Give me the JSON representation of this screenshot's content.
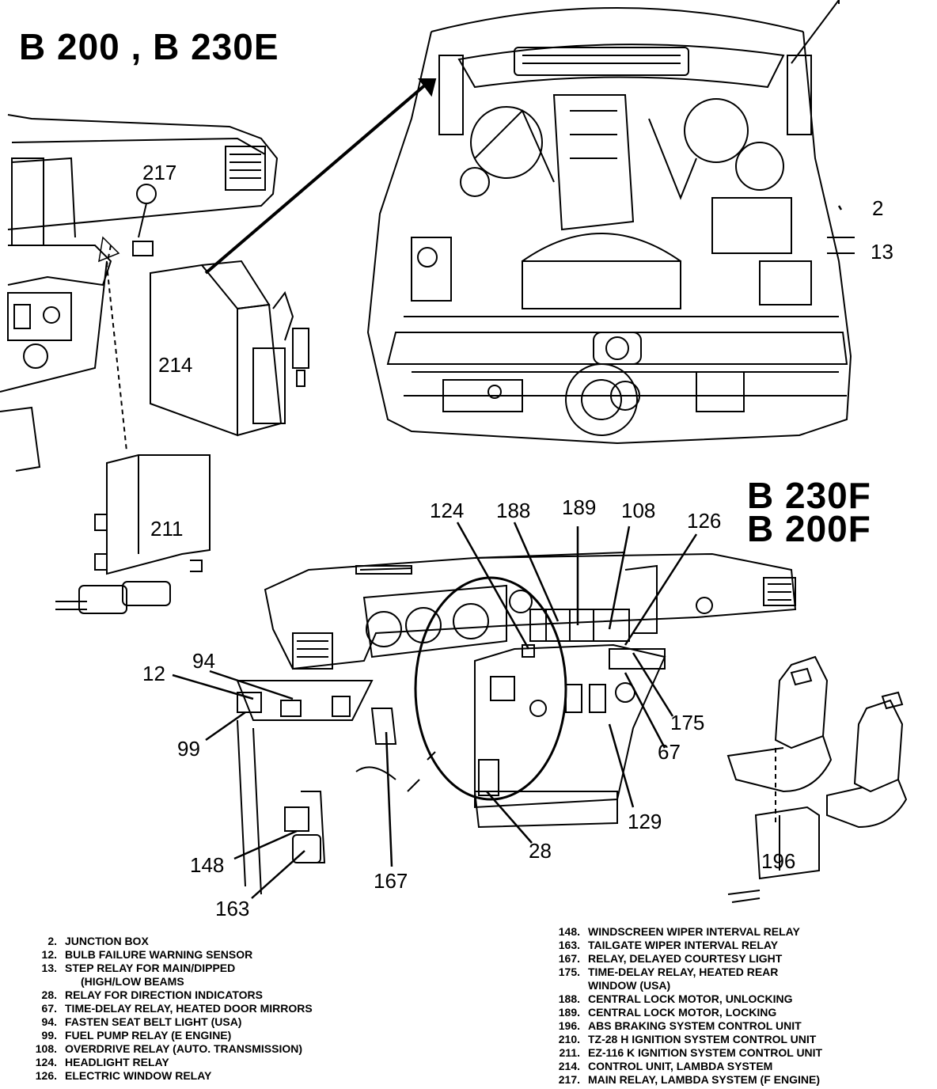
{
  "titles": {
    "top_left": "B 200 , B 230E",
    "mid_right_line1": "B 230F",
    "mid_right_line2": "B 200F"
  },
  "callouts": {
    "c217": "217",
    "c214": "214",
    "c211": "211",
    "c2": "2",
    "c13": "13",
    "c124": "124",
    "c188": "188",
    "c189": "189",
    "c108": "108",
    "c126": "126",
    "c94": "94",
    "c12": "12",
    "c99": "99",
    "c175": "175",
    "c67": "67",
    "c129": "129",
    "c28": "28",
    "c148": "148",
    "c163": "163",
    "c167": "167",
    "c196": "196"
  },
  "legend_left": [
    {
      "num": "2.",
      "text": "JUNCTION BOX"
    },
    {
      "num": "12.",
      "text": "BULB FAILURE WARNING SENSOR"
    },
    {
      "num": "13.",
      "text": "STEP RELAY FOR MAIN/DIPPED"
    },
    {
      "num": "",
      "text": "(HIGH/LOW BEAMS"
    },
    {
      "num": "28.",
      "text": "RELAY FOR DIRECTION INDICATORS"
    },
    {
      "num": "67.",
      "text": "TIME-DELAY RELAY, HEATED DOOR MIRRORS"
    },
    {
      "num": "94.",
      "text": "FASTEN SEAT BELT LIGHT (USA)"
    },
    {
      "num": "99.",
      "text": "FUEL PUMP RELAY (E ENGINE)"
    },
    {
      "num": "108.",
      "text": "OVERDRIVE RELAY (AUTO. TRANSMISSION)"
    },
    {
      "num": "124.",
      "text": "HEADLIGHT RELAY"
    },
    {
      "num": "126.",
      "text": "ELECTRIC WINDOW RELAY"
    }
  ],
  "legend_right": [
    {
      "num": "148.",
      "text": "WINDSCREEN WIPER INTERVAL RELAY"
    },
    {
      "num": "163.",
      "text": "TAILGATE WIPER INTERVAL RELAY"
    },
    {
      "num": "167.",
      "text": "RELAY, DELAYED COURTESY LIGHT"
    },
    {
      "num": "175.",
      "text": "TIME-DELAY RELAY, HEATED REAR"
    },
    {
      "num": "",
      "text": "WINDOW (USA)"
    },
    {
      "num": "188.",
      "text": "CENTRAL LOCK MOTOR, UNLOCKING"
    },
    {
      "num": "189.",
      "text": "CENTRAL LOCK MOTOR, LOCKING"
    },
    {
      "num": "196.",
      "text": "ABS BRAKING SYSTEM CONTROL UNIT"
    },
    {
      "num": "210.",
      "text": "TZ-28 H IGNITION SYSTEM CONTROL UNIT"
    },
    {
      "num": "211.",
      "text": "EZ-116 K IGNITION SYSTEM CONTROL UNIT"
    },
    {
      "num": "214.",
      "text": "CONTROL UNIT, LAMBDA SYSTEM"
    },
    {
      "num": "217.",
      "text": "MAIN RELAY, LAMBDA SYSTEM (F ENGINE)"
    }
  ]
}
